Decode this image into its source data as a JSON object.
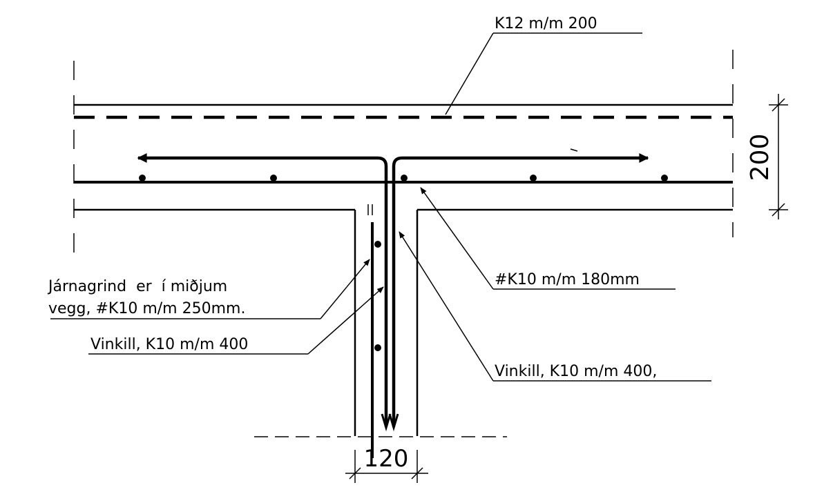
{
  "labels": {
    "top_rebar": "K12 m/m 200",
    "bottom_mesh": "#K10 m/m 180mm",
    "wall_mesh_line1": "Járnagrind  er  í miðjum",
    "wall_mesh_line2": "vegg, #K10 m/m 250mm.",
    "angle_left": "Vinkill, K10 m/m 400",
    "angle_right": "Vinkill, K10 m/m 400,"
  },
  "dimensions": {
    "slab_thickness": "200",
    "wall_thickness": "120"
  },
  "colors": {
    "line": "#000000",
    "background": "#ffffff"
  }
}
